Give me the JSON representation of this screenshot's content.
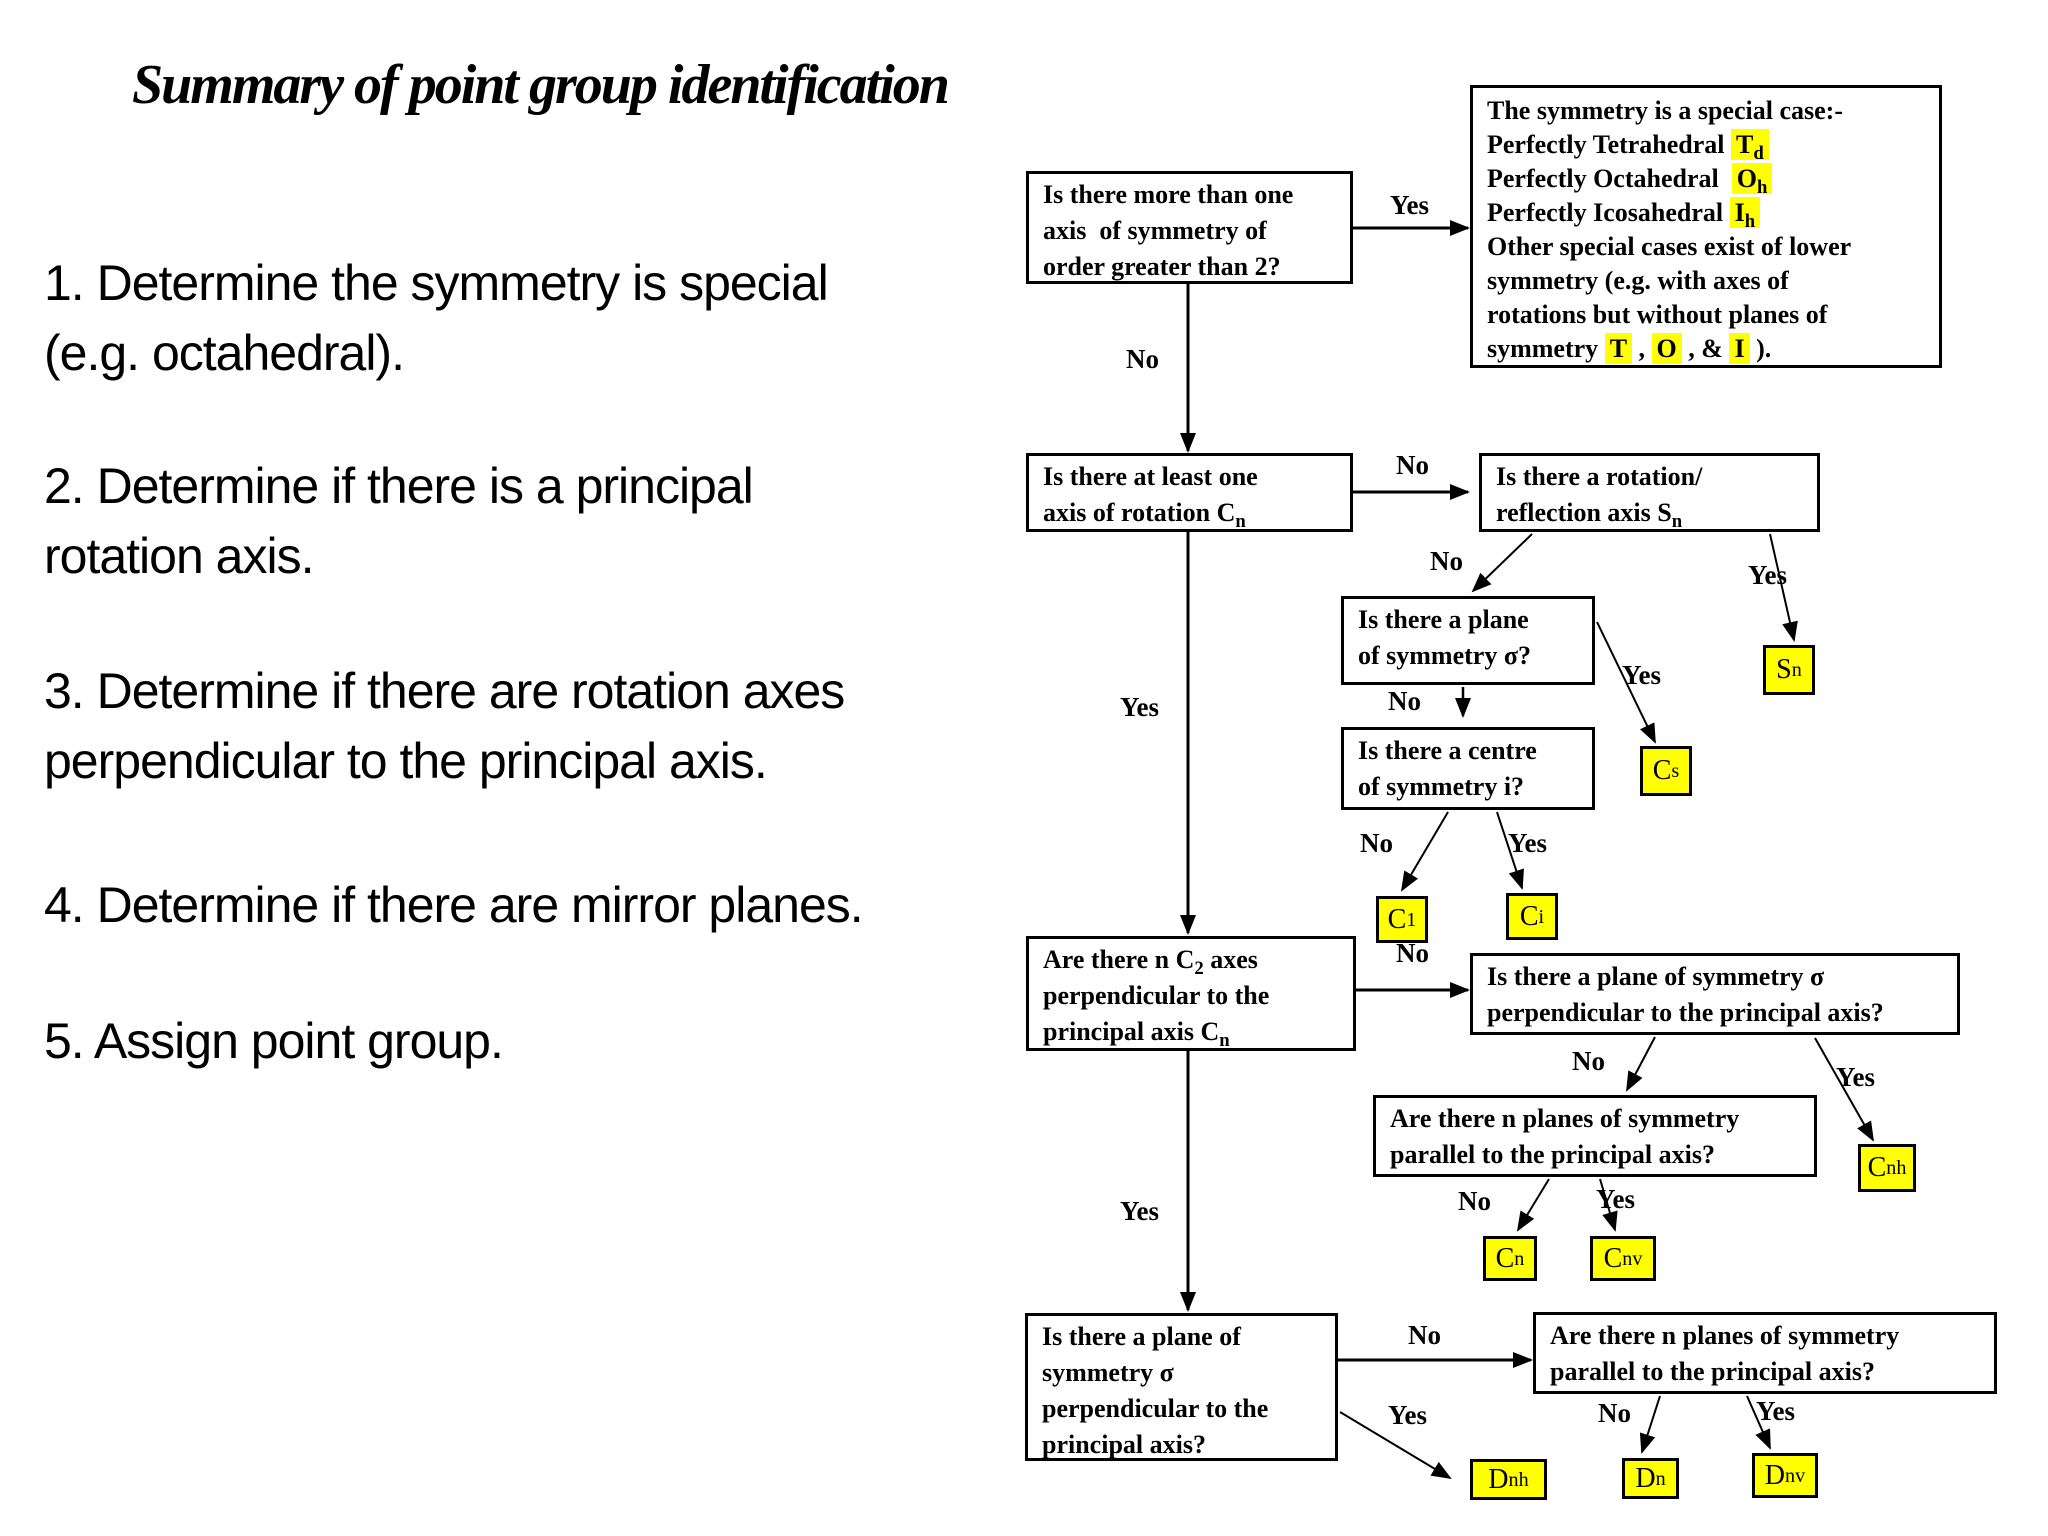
{
  "slide": {
    "title": "Summary of point group identification",
    "steps": [
      "1. Determine the symmetry is special\n(e.g. octahedral).",
      "2. Determine if there is a principal\nrotation axis.",
      "3. Determine if there are rotation axes\nperpendicular to the principal axis.",
      "4. Determine if there are mirror planes.",
      "5. Assign point group."
    ]
  },
  "flowchart": {
    "questions": {
      "more_than_one_axis": "Is there more than one\naxis  of symmetry of\norder greater than 2?",
      "at_least_one_axis": "Is there at least one\naxis of rotation C_{n}",
      "rotation_reflection": "Is there a rotation/\nreflection axis S_{n}",
      "plane_sigma": "Is there a plane\nof symmetry σ?",
      "centre_i": "Is there a centre\nof symmetry i?",
      "n_c2_axes": "Are there n C_{2} axes\nperpendicular to the\nprincipal axis C_{n}",
      "plane_perp_wide": "Is there a plane of symmetry σ\nperpendicular to the principal axis?",
      "n_planes_parallel_mid": "Are there n planes of symmetry\nparallel to the principal axis?",
      "plane_perp_tall": "Is there a plane of\nsymmetry σ\nperpendicular to the\nprincipal axis?",
      "n_planes_parallel_bottom": "Are there n planes of symmetry\nparallel to the principal axis?"
    },
    "special_case_box": {
      "lines": [
        [
          {
            "t": "The symmetry is a special case:-"
          }
        ],
        [
          {
            "t": "Perfectly Tetrahedral "
          },
          {
            "t": "T_{d}",
            "h": true
          }
        ],
        [
          {
            "t": "Perfectly Octahedral  "
          },
          {
            "t": "O_{h}",
            "h": true
          }
        ],
        [
          {
            "t": "Perfectly Icosahedral "
          },
          {
            "t": "I_{h}",
            "h": true
          }
        ],
        [
          {
            "t": "Other special cases exist of lower"
          }
        ],
        [
          {
            "t": "symmetry (e.g. with axes of"
          }
        ],
        [
          {
            "t": "rotations but without planes of"
          }
        ],
        [
          {
            "t": "symmetry "
          },
          {
            "t": "T",
            "h": true
          },
          {
            "t": " , "
          },
          {
            "t": "O",
            "h": true
          },
          {
            "t": " , & "
          },
          {
            "t": "I",
            "h": true
          },
          {
            "t": " )."
          }
        ]
      ]
    },
    "terminals": {
      "sn": "S_{n}",
      "cs": "C_{s}",
      "c1": "C_{1}",
      "ci": "C_{i}",
      "cnh": "C_{nh}",
      "cn": "C_{n}",
      "cnv": "C_{nv}",
      "dnh": "D_{nh}",
      "dn": "D_{n}",
      "dnv": "D_{nv}"
    },
    "edge_labels": [
      {
        "id": "q1-yes",
        "text": "Yes"
      },
      {
        "id": "q1-no",
        "text": "No"
      },
      {
        "id": "q2-no",
        "text": "No"
      },
      {
        "id": "q3-no",
        "text": "No"
      },
      {
        "id": "q3-yes",
        "text": "Yes"
      },
      {
        "id": "q4-no",
        "text": "No"
      },
      {
        "id": "q4-yes",
        "text": "Yes"
      },
      {
        "id": "q5-no",
        "text": "No"
      },
      {
        "id": "q5-yes",
        "text": "Yes"
      },
      {
        "id": "q2-yes",
        "text": "Yes"
      },
      {
        "id": "q6-no",
        "text": "No"
      },
      {
        "id": "q7-no",
        "text": "No"
      },
      {
        "id": "q7-yes",
        "text": "Yes"
      },
      {
        "id": "q8-no",
        "text": "No"
      },
      {
        "id": "q8-yes",
        "text": "Yes"
      },
      {
        "id": "q6-yes",
        "text": "Yes"
      },
      {
        "id": "q9-no",
        "text": "No"
      },
      {
        "id": "q9-yes",
        "text": "Yes"
      },
      {
        "id": "q10-no",
        "text": "No"
      },
      {
        "id": "q10-yes",
        "text": "Yes"
      }
    ]
  },
  "colors": {
    "highlight": "#ffff00",
    "line": "#000000",
    "background": "#ffffff",
    "text": "#000000"
  }
}
